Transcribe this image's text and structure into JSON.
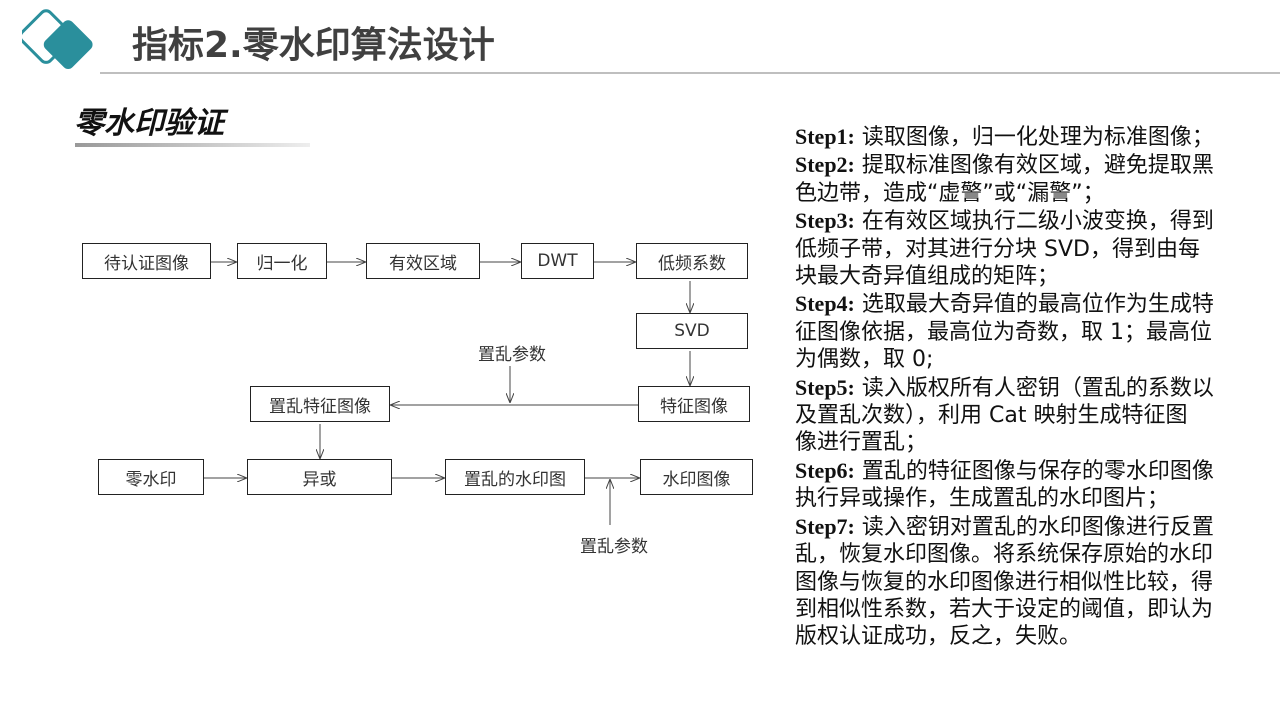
{
  "header": {
    "title": "指标2.零水印算法设计",
    "subtitle": "零水印验证",
    "accent_color": "#2a8f9c"
  },
  "flow": {
    "nodes": {
      "input": "待认证图像",
      "normalize": "归一化",
      "valid_region": "有效区域",
      "dwt": "DWT",
      "low_freq": "低频系数",
      "svd": "SVD",
      "feature": "特征图像",
      "scrambled_feature": "置乱特征图像",
      "zero_watermark": "零水印",
      "xor": "异或",
      "scrambled_watermark": "置乱的水印图",
      "watermark": "水印图像"
    },
    "param_label_1": "置乱参数",
    "param_label_2": "置乱参数"
  },
  "steps": [
    {
      "label": "Step1:",
      "lines": [
        " 读取图像，归一化处理为标准图像；"
      ]
    },
    {
      "label": "Step2:",
      "lines": [
        " 提取标准图像有效区域，避免提取黑",
        "色边带，造成“虚警”或“漏警”；"
      ]
    },
    {
      "label": "Step3:",
      "lines": [
        " 在有效区域执行二级小波变换，得到",
        "低频子带，对其进行分块 SVD，得到由每",
        "块最大奇异值组成的矩阵；"
      ]
    },
    {
      "label": "Step4:",
      "lines": [
        " 选取最大奇异值的最高位作为生成特",
        "征图像依据，最高位为奇数，取 1；最高位",
        "为偶数，取 0;"
      ]
    },
    {
      "label": "Step5:",
      "lines": [
        " 读入版权所有人密钥（置乱的系数以",
        "及置乱次数），利用 Cat 映射生成特征图",
        "像进行置乱；"
      ]
    },
    {
      "label": "Step6:",
      "lines": [
        " 置乱的特征图像与保存的零水印图像",
        "执行异或操作，生成置乱的水印图片；"
      ]
    },
    {
      "label": "Step7:",
      "lines": [
        " 读入密钥对置乱的水印图像进行反置",
        "乱，恢复水印图像。将系统保存原始的水印",
        "图像与恢复的水印图像进行相似性比较，得",
        "到相似性系数，若大于设定的阈值，即认为",
        "版权认证成功，反之，失败。"
      ]
    }
  ]
}
